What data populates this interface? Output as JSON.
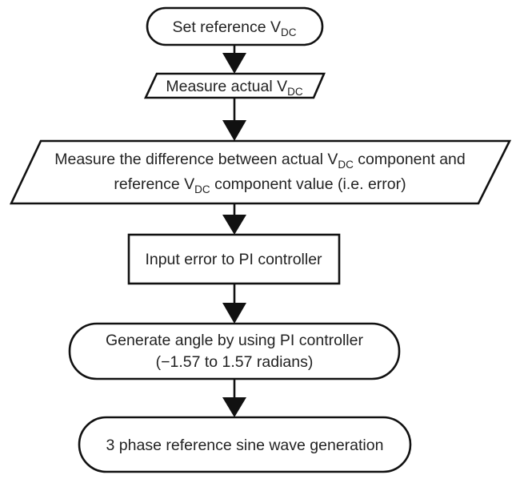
{
  "diagram": {
    "type": "flowchart",
    "direction": "top-to-bottom",
    "stroke_color": "#111111",
    "text_color": "#222222",
    "background": "#ffffff",
    "nodes": [
      {
        "id": "set-reference",
        "shape": "terminal",
        "lines": [
          {
            "text": "Set reference V",
            "sub": "DC",
            "after": ""
          }
        ]
      },
      {
        "id": "measure-actual",
        "shape": "parallelogram",
        "lines": [
          {
            "text": "Measure actual V",
            "sub": "DC",
            "after": ""
          }
        ]
      },
      {
        "id": "measure-difference",
        "shape": "parallelogram",
        "lines": [
          {
            "text": "Measure the difference between actual V",
            "sub": "DC",
            "after": " component and"
          },
          {
            "text": "reference V",
            "sub": "DC",
            "after": " component value (i.e. error)"
          }
        ]
      },
      {
        "id": "input-error",
        "shape": "process",
        "lines": [
          {
            "text": "Input error to PI controller",
            "sub": "",
            "after": ""
          }
        ]
      },
      {
        "id": "generate-angle",
        "shape": "terminal",
        "lines": [
          {
            "text": "Generate angle by using PI controller",
            "sub": "",
            "after": ""
          },
          {
            "text": "(−1.57 to 1.57 radians)",
            "sub": "",
            "after": ""
          }
        ]
      },
      {
        "id": "sine-wave-generation",
        "shape": "terminal",
        "lines": [
          {
            "text": "3 phase reference sine wave generation",
            "sub": "",
            "after": ""
          }
        ]
      }
    ],
    "edges": [
      {
        "from": "set-reference",
        "to": "measure-actual"
      },
      {
        "from": "measure-actual",
        "to": "measure-difference"
      },
      {
        "from": "measure-difference",
        "to": "input-error"
      },
      {
        "from": "input-error",
        "to": "generate-angle"
      },
      {
        "from": "generate-angle",
        "to": "sine-wave-generation"
      }
    ]
  }
}
